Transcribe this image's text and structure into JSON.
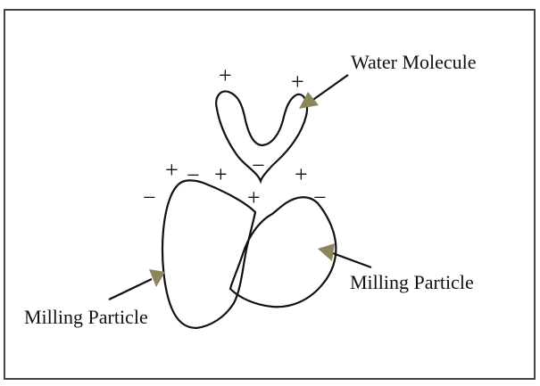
{
  "labels": {
    "water_molecule": "Water Molecule",
    "milling_particle_right": "Milling Particle",
    "milling_particle_left": "Milling Particle"
  },
  "charges": {
    "water_top_left": "+",
    "water_top_right": "+",
    "water_bottom": "−",
    "left_particle_plus_1": "+",
    "left_particle_minus_1": "−",
    "left_particle_plus_2": "+",
    "left_particle_minus_2": "−",
    "right_particle_plus_1": "+",
    "right_particle_minus_1": "−",
    "center_plus": "+"
  },
  "colors": {
    "outline": "#111111",
    "border": "#444444",
    "arrowhead": "#8a8660"
  }
}
